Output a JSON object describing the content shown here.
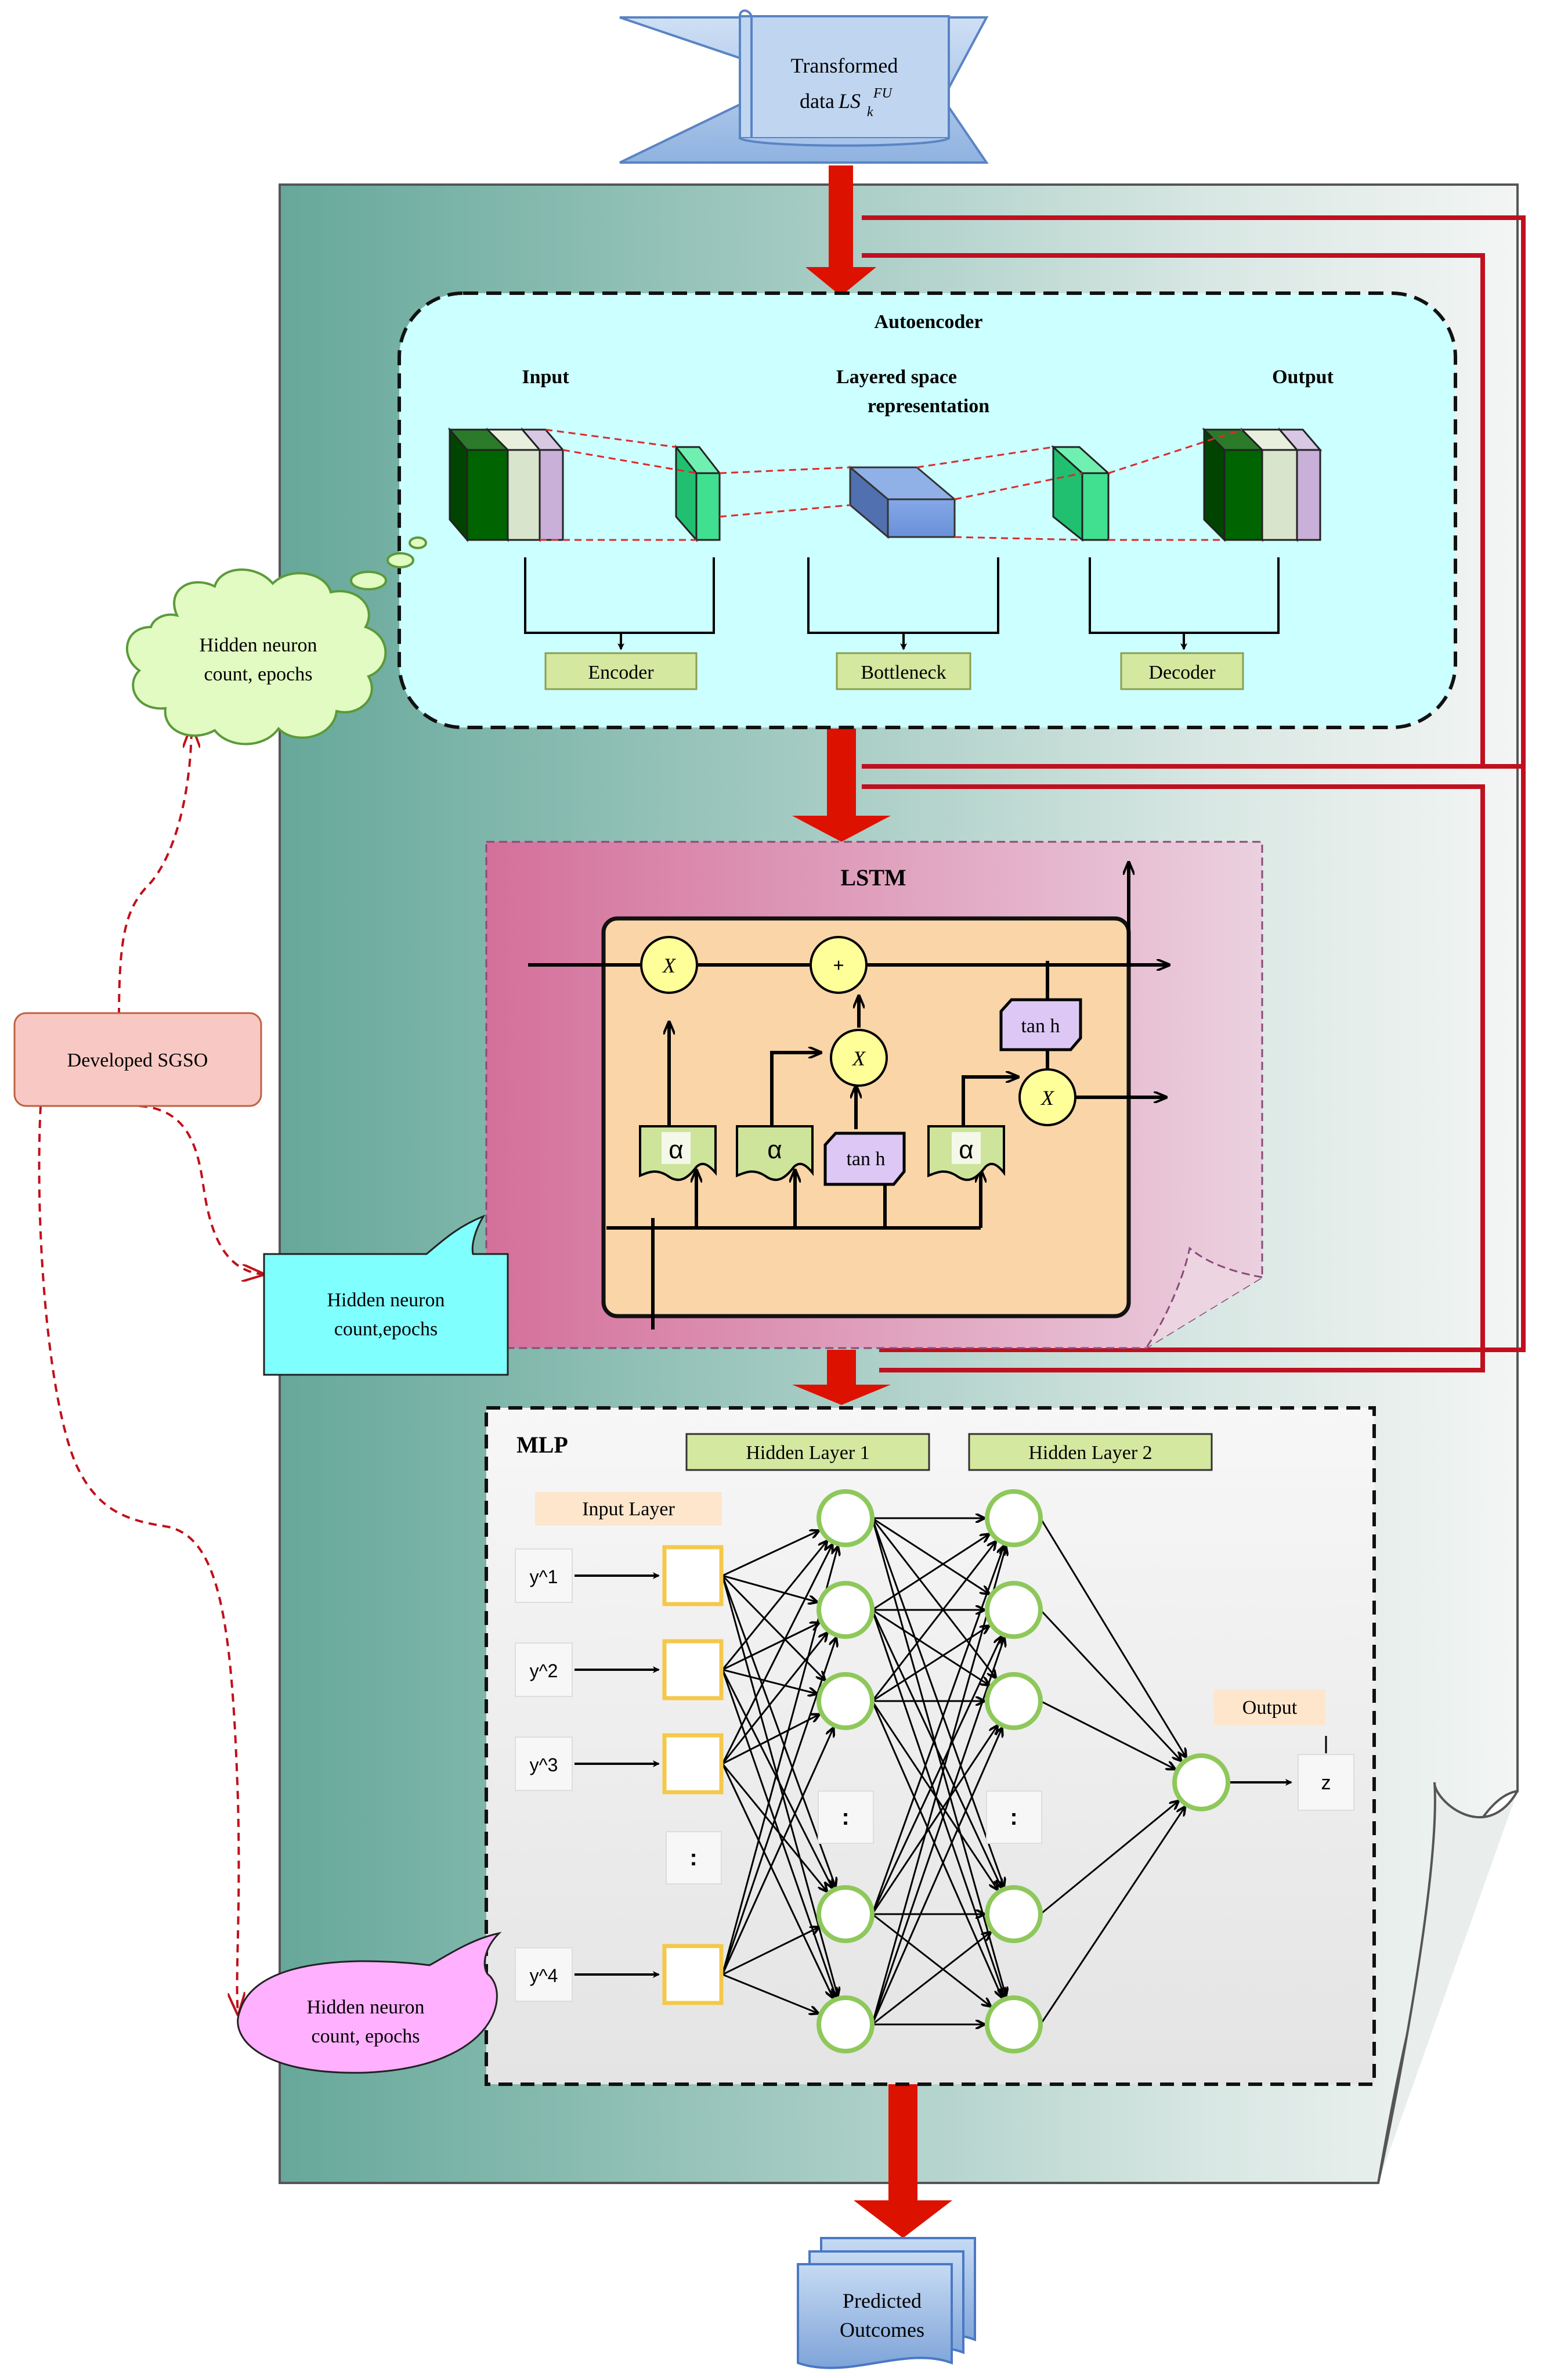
{
  "input_banner": {
    "line1": "Transformed",
    "line2": "data",
    "var": "LS",
    "sub": "k",
    "sup": "FU"
  },
  "autoencoder": {
    "title": "Autoencoder",
    "input_label": "Input",
    "latent_label_1": "Layered space",
    "latent_label_2": "representation",
    "output_label": "Output",
    "encoder": "Encoder",
    "bottleneck": "Bottleneck",
    "decoder": "Decoder"
  },
  "lstm": {
    "title": "LSTM",
    "mult": "X",
    "plus": "+",
    "sigma": "α",
    "tanh": "tan h"
  },
  "mlp": {
    "title": "MLP",
    "hidden1": "Hidden Layer 1",
    "hidden2": "Hidden Layer 2",
    "input_layer": "Input Layer",
    "inputs": [
      "y^1",
      "y^2",
      "y^3",
      "y^4"
    ],
    "ellipsis": ":",
    "output_label": "Output",
    "output_var": "z"
  },
  "sgso": {
    "label": "Developed SGSO",
    "cloud_1": "Hidden neuron",
    "cloud_2": "count, epochs",
    "callout_1": "Hidden neuron",
    "callout_2": "count,epochs",
    "bubble_1": "Hidden neuron",
    "bubble_2": "count, epochs"
  },
  "output_doc": {
    "line1": "Predicted",
    "line2": "Outcomes"
  },
  "colors": {
    "arrow_red": "#dd1100",
    "feedback": "#c01020",
    "dashed_red": "#dd2a2a",
    "ae_fill": "#ccffff",
    "lstm_box": "#f9d5a8",
    "sgso_fill": "#f8c9c4",
    "label_green": "#d5e8a0"
  }
}
